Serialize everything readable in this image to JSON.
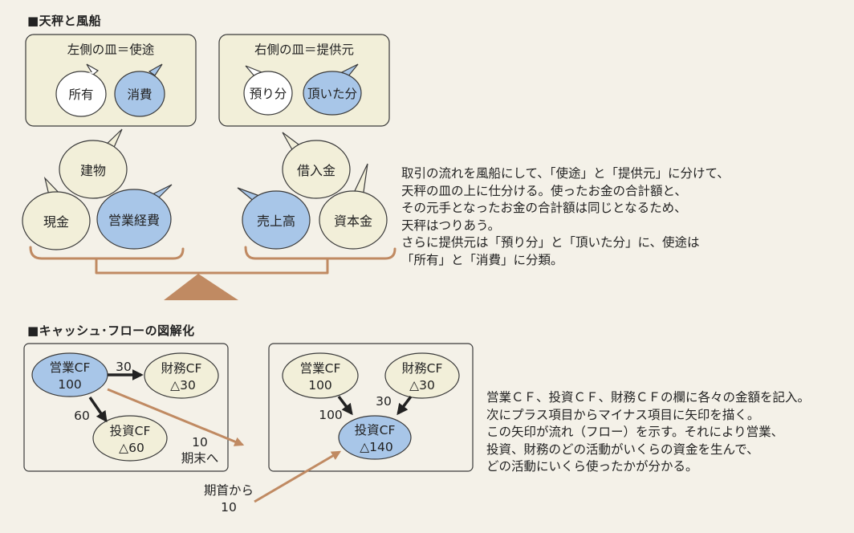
{
  "section1": {
    "heading": "■天秤と風船",
    "left_dish": {
      "title": "左側の皿＝使途",
      "bubbles": [
        "所有",
        "消費"
      ]
    },
    "right_dish": {
      "title": "右側の皿＝提供元",
      "bubbles": [
        "預り分",
        "頂いた分"
      ]
    },
    "left_balloons": [
      "建物",
      "現金",
      "営業経費"
    ],
    "right_balloons": [
      "借入金",
      "売上高",
      "資本金"
    ],
    "explanation": [
      "取引の流れを風船にして、「使途」と「提供元」に分けて、",
      "天秤の皿の上に仕分ける。使ったお金の合計額と、",
      "その元手となったお金の合計額は同じとなるため、",
      "天秤はつりあう。",
      "さらに提供元は「預り分」と「頂いた分」に、使途は",
      "「所有」と「消費」に分類。"
    ]
  },
  "section2": {
    "heading": "■キャッシュ･フローの図解化",
    "left_panel": {
      "op_cf": {
        "name": "営業CF",
        "value": "100"
      },
      "fin_cf": {
        "name": "財務CF",
        "value": "△30"
      },
      "inv_cf": {
        "name": "投資CF",
        "value": "△60"
      },
      "arrow_fin_label": "30",
      "arrow_inv_label": "60",
      "period_end_value": "10",
      "period_end_label": "期末へ"
    },
    "right_panel": {
      "op_cf": {
        "name": "営業CF",
        "value": "100"
      },
      "fin_cf": {
        "name": "財務CF",
        "value": "△30"
      },
      "inv_cf": {
        "name": "投資CF",
        "value": "△140"
      },
      "arrow_op_label": "100",
      "arrow_fin_label": "30"
    },
    "period_start_label": "期首から",
    "period_start_value": "10",
    "explanation": [
      "営業ＣＦ、投資ＣＦ、財務ＣＦの欄に各々の金額を記入。",
      "次にプラス項目からマイナス項目に矢印を描く。",
      "この矢印が流れ（フロー）を示す。それにより営業、",
      "投資、財務のどの活動がいくらの資金を生んで、",
      "どの活動にいくら使ったかが分かる。"
    ]
  },
  "colors": {
    "cream": "#f2efd9",
    "blue": "#a8c6e8",
    "brown": "#c08a62",
    "outline": "#3a3a3a"
  }
}
